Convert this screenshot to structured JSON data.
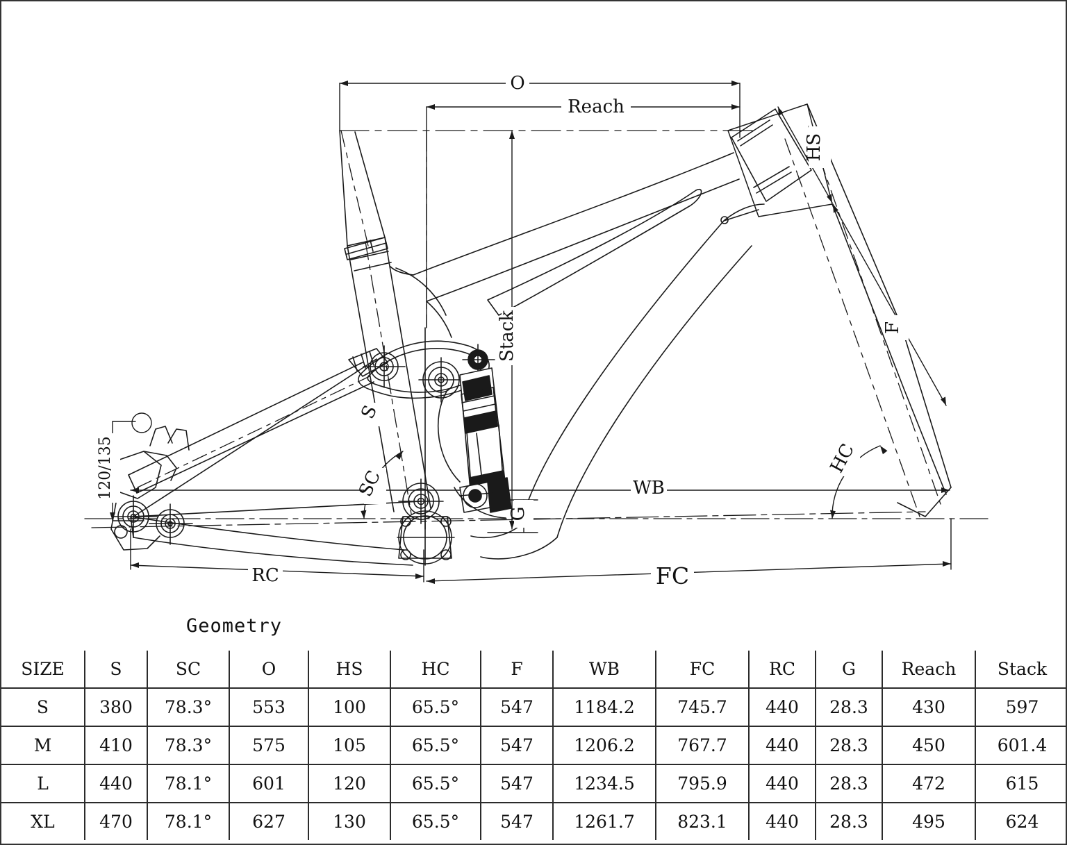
{
  "drawing": {
    "title": "Geometry",
    "dimension_labels": [
      {
        "id": "O",
        "text": "O",
        "meaning": "stack-to-axle horizontal / top length"
      },
      {
        "id": "Reach",
        "text": "Reach",
        "meaning": "reach"
      },
      {
        "id": "HS",
        "text": "HS",
        "meaning": "head tube length"
      },
      {
        "id": "F",
        "text": "F",
        "meaning": "fork length"
      },
      {
        "id": "Stack",
        "text": "Stack",
        "meaning": "stack"
      },
      {
        "id": "S",
        "text": "S",
        "meaning": "seat tube length"
      },
      {
        "id": "SC",
        "text": "SC",
        "meaning": "seat tube angle"
      },
      {
        "id": "HC",
        "text": "HC",
        "meaning": "head tube angle"
      },
      {
        "id": "WB",
        "text": "WB",
        "meaning": "wheelbase"
      },
      {
        "id": "FC",
        "text": "FC",
        "meaning": "front center"
      },
      {
        "id": "RC",
        "text": "RC",
        "meaning": "rear center / chainstay"
      },
      {
        "id": "G",
        "text": "G",
        "meaning": "bottom bracket drop"
      },
      {
        "id": "travel",
        "text": "120/135",
        "meaning": "rear travel options"
      }
    ]
  },
  "table": {
    "headers": [
      "SIZE",
      "S",
      "SC",
      "O",
      "HS",
      "HC",
      "F",
      "WB",
      "FC",
      "RC",
      "G",
      "Reach",
      "Stack"
    ],
    "rows": [
      [
        "S",
        "380",
        "78.3°",
        "553",
        "100",
        "65.5°",
        "547",
        "1184.2",
        "745.7",
        "440",
        "28.3",
        "430",
        "597"
      ],
      [
        "M",
        "410",
        "78.3°",
        "575",
        "105",
        "65.5°",
        "547",
        "1206.2",
        "767.7",
        "440",
        "28.3",
        "450",
        "601.4"
      ],
      [
        "L",
        "440",
        "78.1°",
        "601",
        "120",
        "65.5°",
        "547",
        "1234.5",
        "795.9",
        "440",
        "28.3",
        "472",
        "615"
      ],
      [
        "XL",
        "470",
        "78.1°",
        "627",
        "130",
        "65.5°",
        "547",
        "1261.7",
        "823.1",
        "440",
        "28.3",
        "495",
        "624"
      ]
    ]
  },
  "colors": {
    "line": "#1a1a1a",
    "border": "#333333",
    "background": "#ffffff"
  }
}
